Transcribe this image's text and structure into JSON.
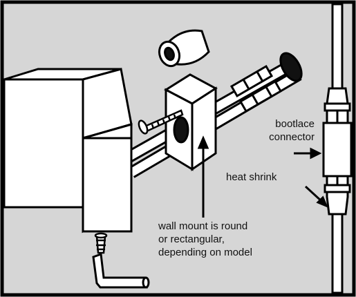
{
  "labels": {
    "bootlace": {
      "line1": "bootlace",
      "line2": "connector"
    },
    "heat_shrink": "heat shrink",
    "wall_mount": {
      "line1": "wall mount is round",
      "line2": "or rectangular,",
      "line3": "depending on model"
    }
  },
  "colors": {
    "background": "#d6d6d6",
    "outline": "#000000",
    "part_fill": "#ffffff",
    "frame": "#000000"
  },
  "icons": [
    "rail-bracket",
    "wall-mount-block",
    "round-mount-spool",
    "screw",
    "anchor",
    "hex-key",
    "cable-pair",
    "bootlace-connector",
    "wall-cable"
  ]
}
